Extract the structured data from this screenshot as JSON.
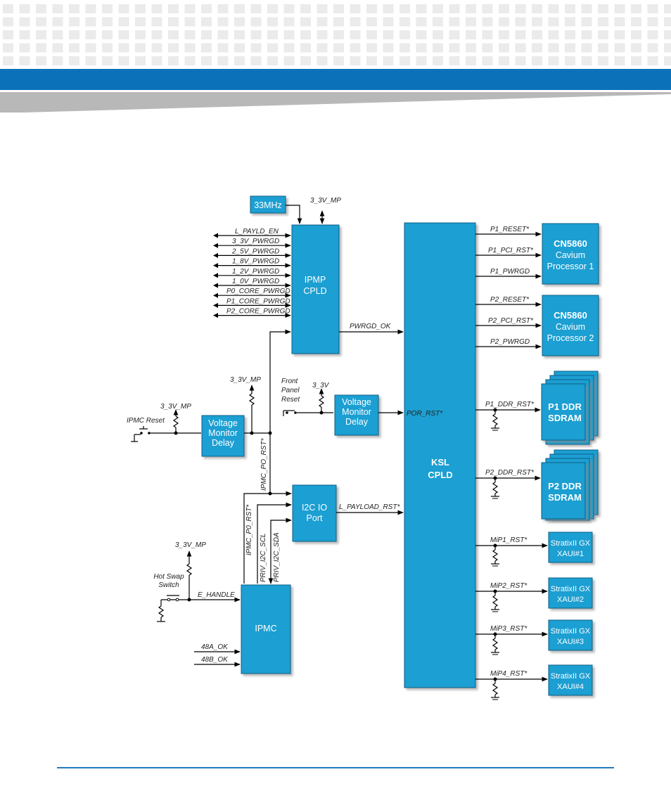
{
  "colors": {
    "block_fill": "#1a9fd2",
    "block_stroke": "#0d5f86",
    "header_blue": "#0b72b9",
    "header_gray": "#b8b8b8",
    "footer_rule": "#1f7bbf"
  },
  "blocks": {
    "clk_33": "33MHz",
    "ipmp_cpld": [
      "IPMP",
      "CPLD"
    ],
    "ksl_cpld": [
      "KSL",
      "CPLD"
    ],
    "cn5860_1": [
      "CN5860",
      "Cavium",
      "Processor 1"
    ],
    "cn5860_2": [
      "CN5860",
      "Cavium",
      "Processor 2"
    ],
    "p1_ddr": [
      "P1 DDR",
      "SDRAM"
    ],
    "p2_ddr": [
      "P2 DDR",
      "SDRAM"
    ],
    "vmd_left": [
      "Voltage",
      "Monitor",
      "Delay"
    ],
    "vmd_center": [
      "Voltage",
      "Monitor",
      "Delay"
    ],
    "i2c_io": [
      "I2C IO",
      "Port"
    ],
    "ipmc": "IPMC",
    "stratix": [
      [
        "StratixII GX",
        "XAUI#1"
      ],
      [
        "StratixII GX",
        "XAUI#2"
      ],
      [
        "StratixII GX",
        "XAUI#3"
      ],
      [
        "StratixII GX",
        "XAUI#4"
      ]
    ]
  },
  "ipmp_inputs": [
    "L_PAYLD_EN",
    "3_3V_PWRGD",
    "2_5V_PWRGD",
    "1_8V_PWRGD",
    "1_2V_PWRGD",
    "1_0V_PWRGD",
    "P0_CORE_PWRGD",
    "P1_CORE_PWRGD",
    "P2_CORE_PWRGD"
  ],
  "signals": {
    "v33mp_top": "3_3V_MP",
    "pwrgd_ok": "PWRGD_OK",
    "p1_reset": "P1_RESET*",
    "p1_pci_rst": "P1_PCI_RST*",
    "p1_pwrgd": "P1_PWRGD",
    "p2_reset": "P2_RESET*",
    "p2_pci_rst": "P2_PCI_RST*",
    "p2_pwrgd": "P2_PWRGD",
    "p1_ddr_rst": "P1_DDR_RST*",
    "p2_ddr_rst": "P2_DDR_RST*",
    "mip_rst": [
      "MiP1_RST*",
      "MiP2_RST*",
      "MiP3_RST*",
      "MiP4_RST*"
    ],
    "por_rst": "POR_RST*",
    "v33mp_mid": "3_3V_MP",
    "v33mp_left": "3_3V_MP",
    "ipmc_reset": "IPMC Reset",
    "ipmc_po_rst": "IPMC_PO_RST*",
    "front_panel_reset": [
      "Front",
      "Panel",
      "Reset"
    ],
    "v33_front": "3_3V",
    "l_payload_rst": "L_PAYLOAD_RST*",
    "ipmc_p0_rst": "IPMC_P0_RST*",
    "priv_i2c_scl": "PRIV_I2C_SCL",
    "priv_i2c_sda": "PRIV_I2C_SDA",
    "v33mp_hot": "3_3V_MP",
    "hot_swap_switch": [
      "Hot Swap",
      "Switch"
    ],
    "e_handle": "E_HANDLE",
    "ok_48a": "48A_OK",
    "ok_48b": "48B_OK"
  }
}
